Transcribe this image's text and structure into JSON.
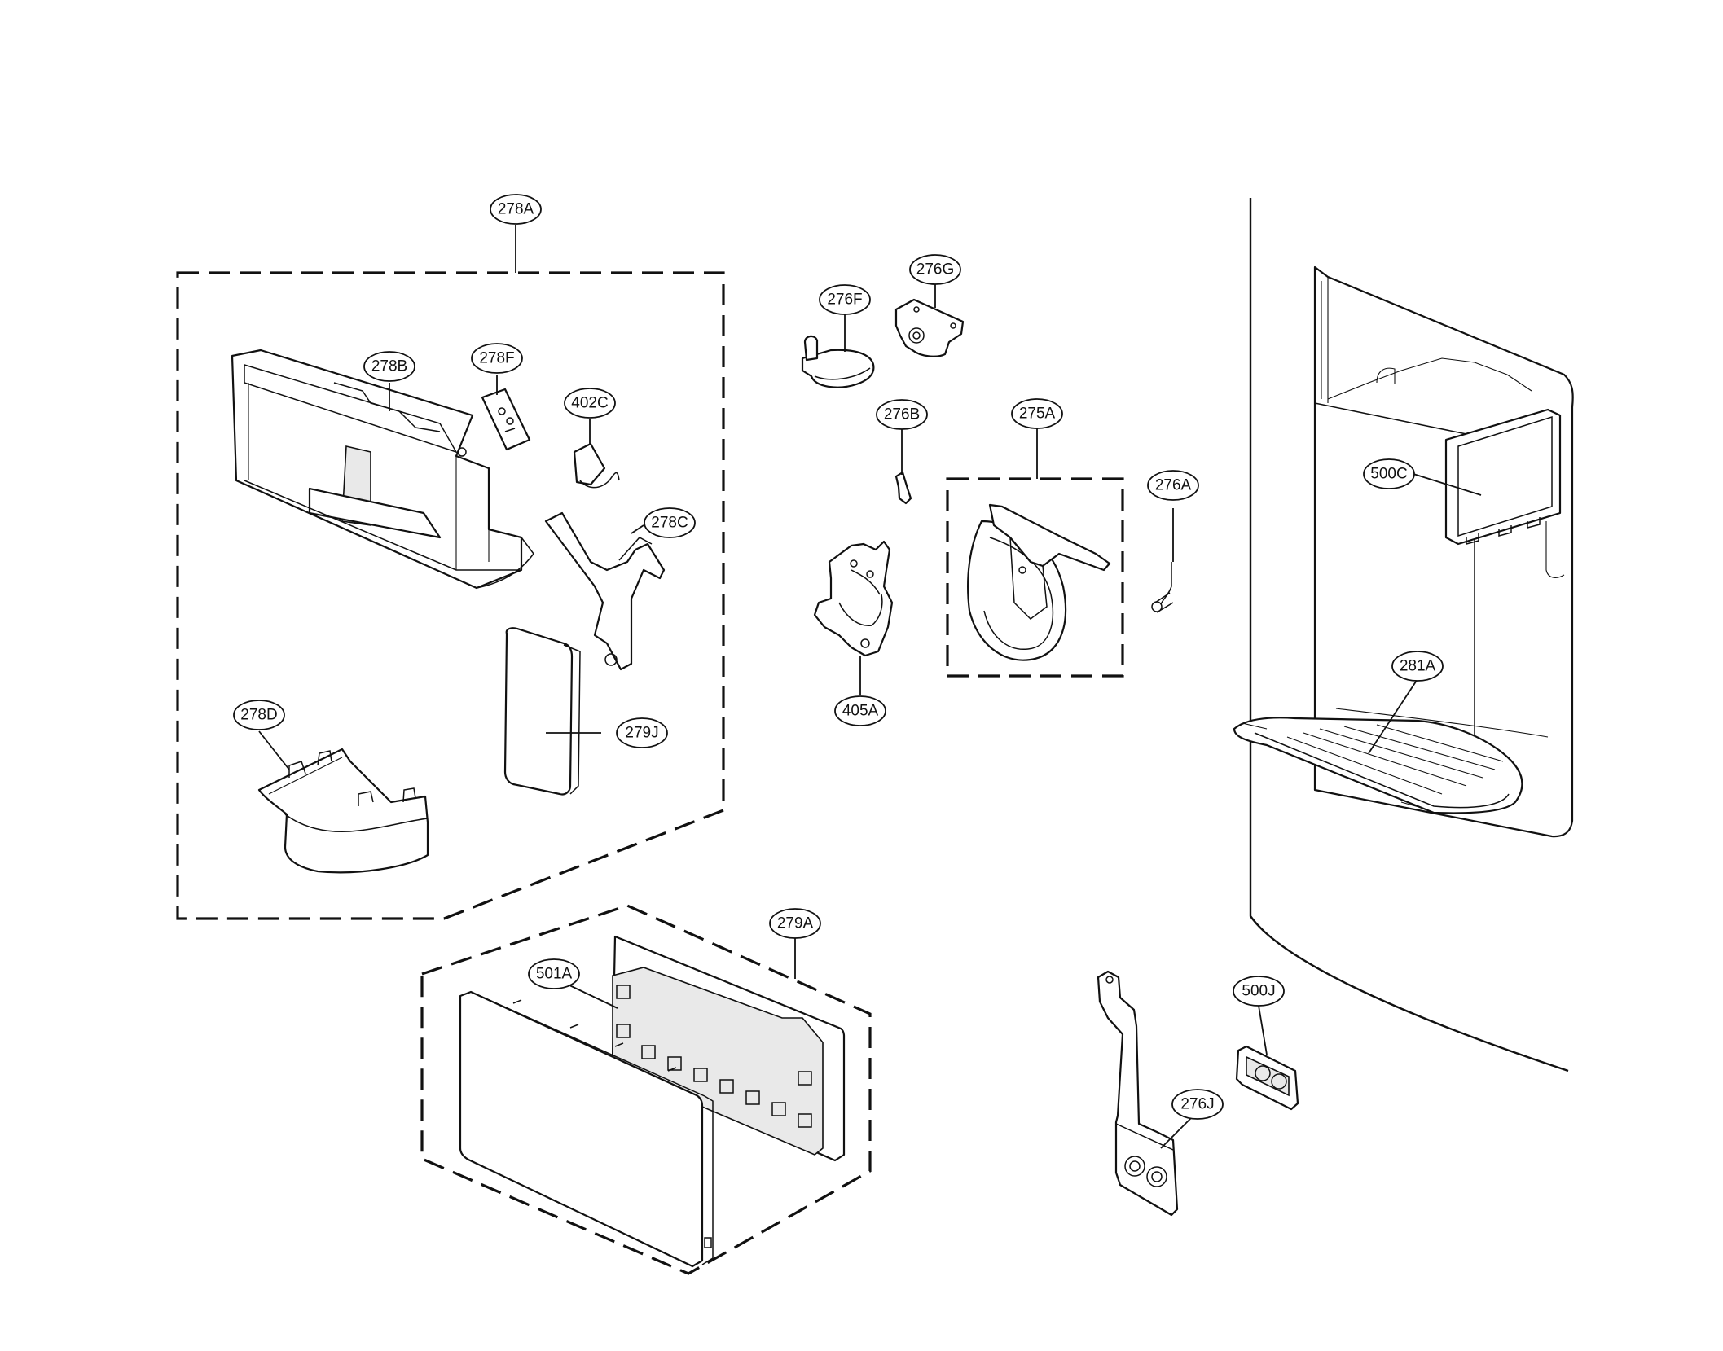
{
  "callouts": {
    "c_278A": "278A",
    "c_278B": "278B",
    "c_278F": "278F",
    "c_402C": "402C",
    "c_278C": "278C",
    "c_278D": "278D",
    "c_279J": "279J",
    "c_276F": "276F",
    "c_276G": "276G",
    "c_276B": "276B",
    "c_275A": "275A",
    "c_276A": "276A",
    "c_405A": "405A",
    "c_500C": "500C",
    "c_281A": "281A",
    "c_279A": "279A",
    "c_501A": "501A",
    "c_500J": "500J",
    "c_276J": "276J"
  },
  "icons": {
    "part_drawings": "line-art-exploded-view"
  }
}
